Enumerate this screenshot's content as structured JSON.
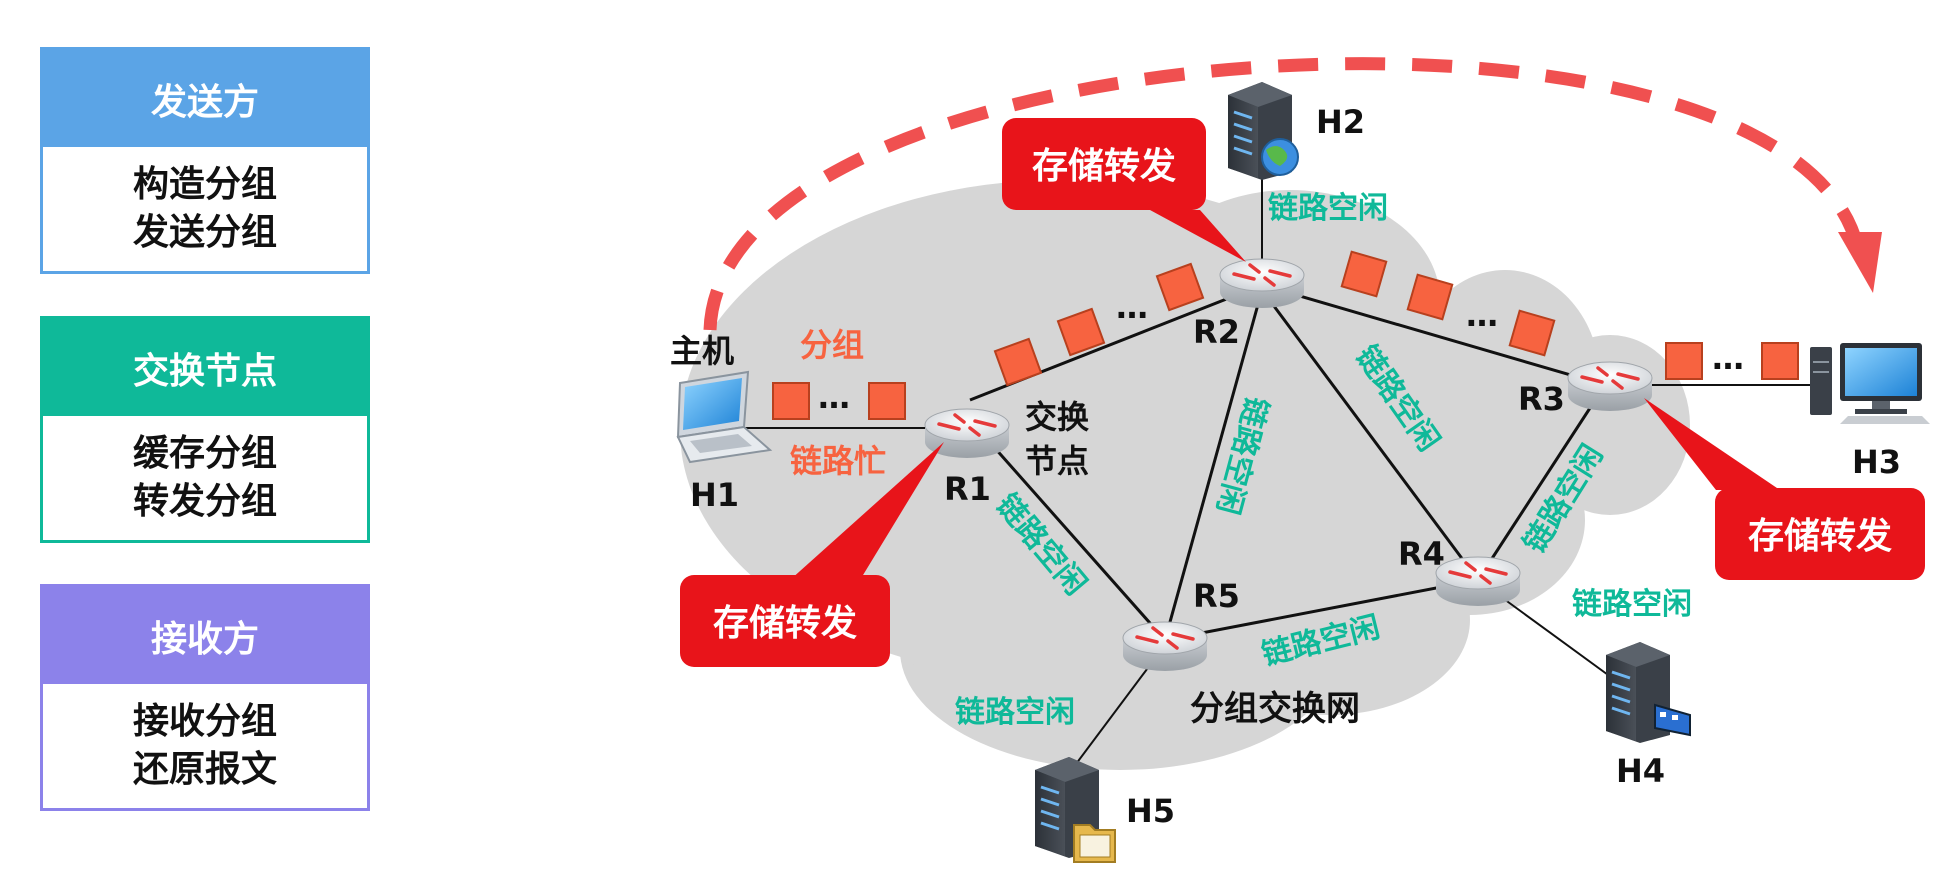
{
  "panels": {
    "sender": {
      "title": "发送方",
      "line1": "构造分组",
      "line2": "发送分组"
    },
    "switch": {
      "title": "交换节点",
      "line1": "缓存分组",
      "line2": "转发分组"
    },
    "receiver": {
      "title": "接收方",
      "line1": "接收分组",
      "line2": "还原报文"
    }
  },
  "labels": {
    "host_word": "主机",
    "packet_word": "分组",
    "link_busy": "链路忙",
    "switch_node_1": "交换",
    "switch_node_2": "节点",
    "network": "分组交换网",
    "link_idle": "链路空闲",
    "store_forward": "存储转发",
    "dots": "…"
  },
  "nodes": {
    "routers": [
      "R1",
      "R2",
      "R3",
      "R4",
      "R5"
    ],
    "hosts": [
      "H1",
      "H2",
      "H3",
      "H4",
      "H5"
    ]
  },
  "colors": {
    "sender": "#5ba4e6",
    "switch": "#0fb999",
    "receiver": "#8c82ea",
    "packet": "#f76340",
    "link_idle_text": "#0fb999",
    "link_busy_text": "#f76340",
    "callout": "#e8141a",
    "arc": "#f05050",
    "cloud": "#d6d6d6"
  }
}
